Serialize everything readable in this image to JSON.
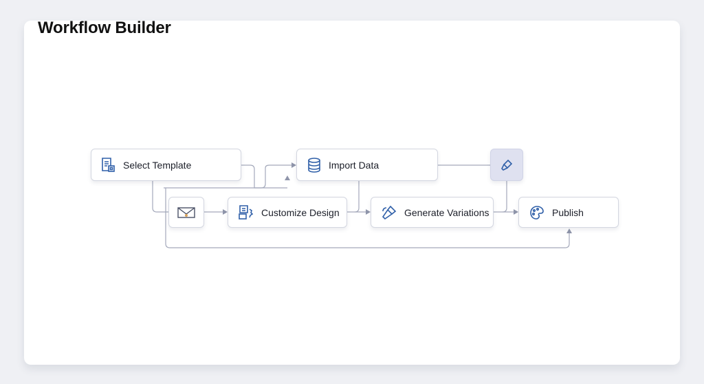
{
  "header": {
    "title": "Workflow Builder"
  },
  "nodes": {
    "select_template": "Select Template",
    "import_data": "Import Data",
    "customize_design": "Customize Design",
    "generate_variations": "Generate Variations",
    "publish": "Publish"
  },
  "colors": {
    "icon": "#2f5fa8",
    "wire": "#a3a8ba",
    "active_node": "#dfe1f0"
  }
}
